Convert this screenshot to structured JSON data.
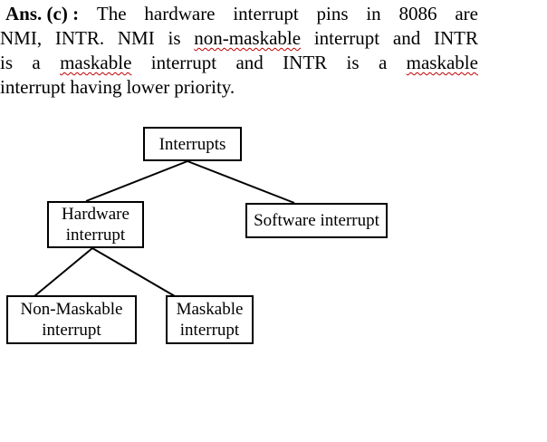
{
  "answer": {
    "prefix": "Ans. (c) :",
    "line1_words": [
      "The",
      "hardware",
      "interrupt",
      "pins",
      "in",
      "8086",
      "are"
    ],
    "line2_words": [
      "NMI,",
      "INTR.",
      "NMI",
      "is",
      "non-maskable",
      "interrupt",
      "and",
      "INTR"
    ],
    "line3_words": [
      "is",
      "a",
      "maskable",
      "interrupt",
      "and",
      "INTR",
      "is",
      "a",
      "maskable"
    ],
    "line4_words": [
      "interrupt",
      "having",
      "lower",
      "priority."
    ]
  },
  "diagram": {
    "root": "Interrupts",
    "hardware_line1": "Hardware",
    "hardware_line2": "interrupt",
    "software": "Software interrupt",
    "nmi_line1": "Non-Maskable",
    "nmi_line2": "interrupt",
    "maskable_line1": "Maskable",
    "maskable_line2": "interrupt"
  }
}
